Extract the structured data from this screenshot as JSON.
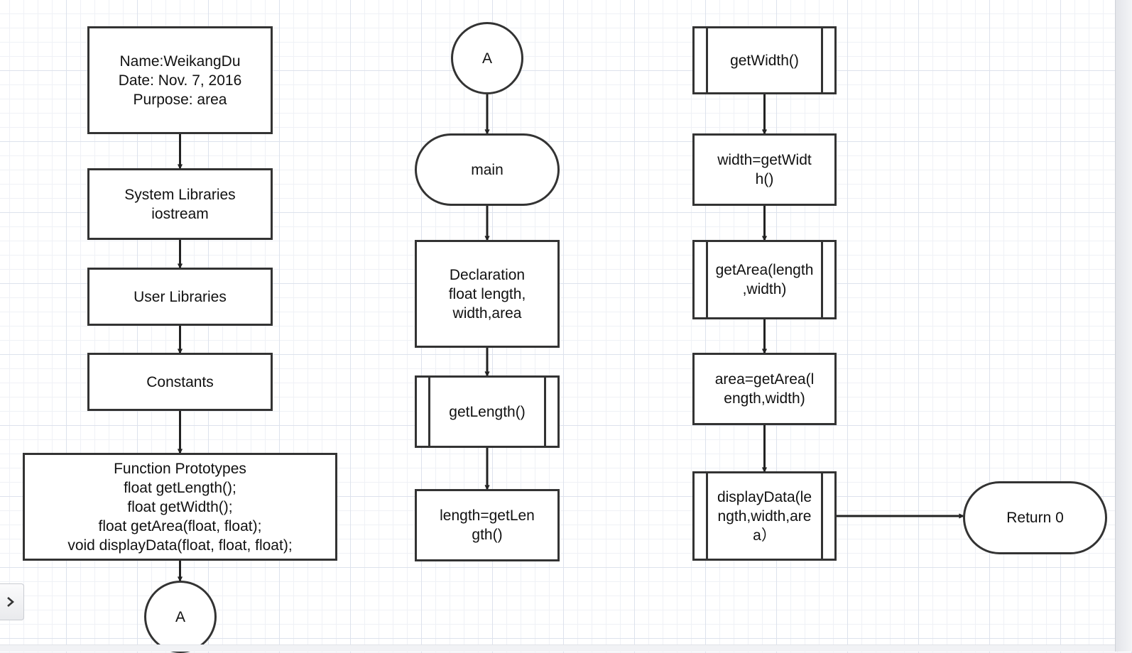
{
  "diagram": {
    "nodes": [
      {
        "id": "header",
        "shape": "process",
        "text": "Name:WeikangDu\nDate: Nov. 7, 2016\nPurpose:        area"
      },
      {
        "id": "system-libraries",
        "shape": "process",
        "text": "System Libraries\niostream"
      },
      {
        "id": "user-libraries",
        "shape": "process",
        "text": "User Libraries"
      },
      {
        "id": "constants",
        "shape": "process",
        "text": "Constants"
      },
      {
        "id": "function-prototypes",
        "shape": "process",
        "text": "Function Prototypes\nfloat getLength();\nfloat getWidth();\nfloat getArea(float, float);\nvoid displayData(float, float, float);"
      },
      {
        "id": "connector-a-out",
        "shape": "connector",
        "text": "A"
      },
      {
        "id": "connector-a-in",
        "shape": "connector",
        "text": "A"
      },
      {
        "id": "main",
        "shape": "terminal",
        "text": "main"
      },
      {
        "id": "declaration",
        "shape": "process",
        "text": "Declaration\nfloat length,\nwidth,area"
      },
      {
        "id": "get-length-call",
        "shape": "subprocess",
        "text": "getLength()"
      },
      {
        "id": "length-assign",
        "shape": "process",
        "text": "length=getLen\ngth()"
      },
      {
        "id": "get-width-call",
        "shape": "subprocess",
        "text": "getWidth()"
      },
      {
        "id": "width-assign",
        "shape": "process",
        "text": "width=getWidt\nh()"
      },
      {
        "id": "get-area-call",
        "shape": "subprocess",
        "text": "getArea(length\n,width)"
      },
      {
        "id": "area-assign",
        "shape": "process",
        "text": "area=getArea(l\nength,width)"
      },
      {
        "id": "display-data-call",
        "shape": "subprocess",
        "text": "displayData(le\nngth,width,are\na）"
      },
      {
        "id": "return-0",
        "shape": "terminal",
        "text": "Return 0"
      }
    ],
    "edges": [
      {
        "from": "header",
        "to": "system-libraries"
      },
      {
        "from": "system-libraries",
        "to": "user-libraries"
      },
      {
        "from": "user-libraries",
        "to": "constants"
      },
      {
        "from": "constants",
        "to": "function-prototypes"
      },
      {
        "from": "function-prototypes",
        "to": "connector-a-out"
      },
      {
        "from": "connector-a-in",
        "to": "main"
      },
      {
        "from": "main",
        "to": "declaration"
      },
      {
        "from": "declaration",
        "to": "get-length-call"
      },
      {
        "from": "get-length-call",
        "to": "length-assign"
      },
      {
        "from": "get-width-call",
        "to": "width-assign"
      },
      {
        "from": "width-assign",
        "to": "get-area-call"
      },
      {
        "from": "get-area-call",
        "to": "area-assign"
      },
      {
        "from": "area-assign",
        "to": "display-data-call"
      },
      {
        "from": "display-data-call",
        "to": "return-0"
      }
    ],
    "colors": {
      "stroke": "#333333",
      "fill": "#ffffff",
      "text": "#111111",
      "grid": "#dde2ec"
    }
  },
  "ui": {
    "panel_toggle_icon": "chevron-right-icon"
  }
}
